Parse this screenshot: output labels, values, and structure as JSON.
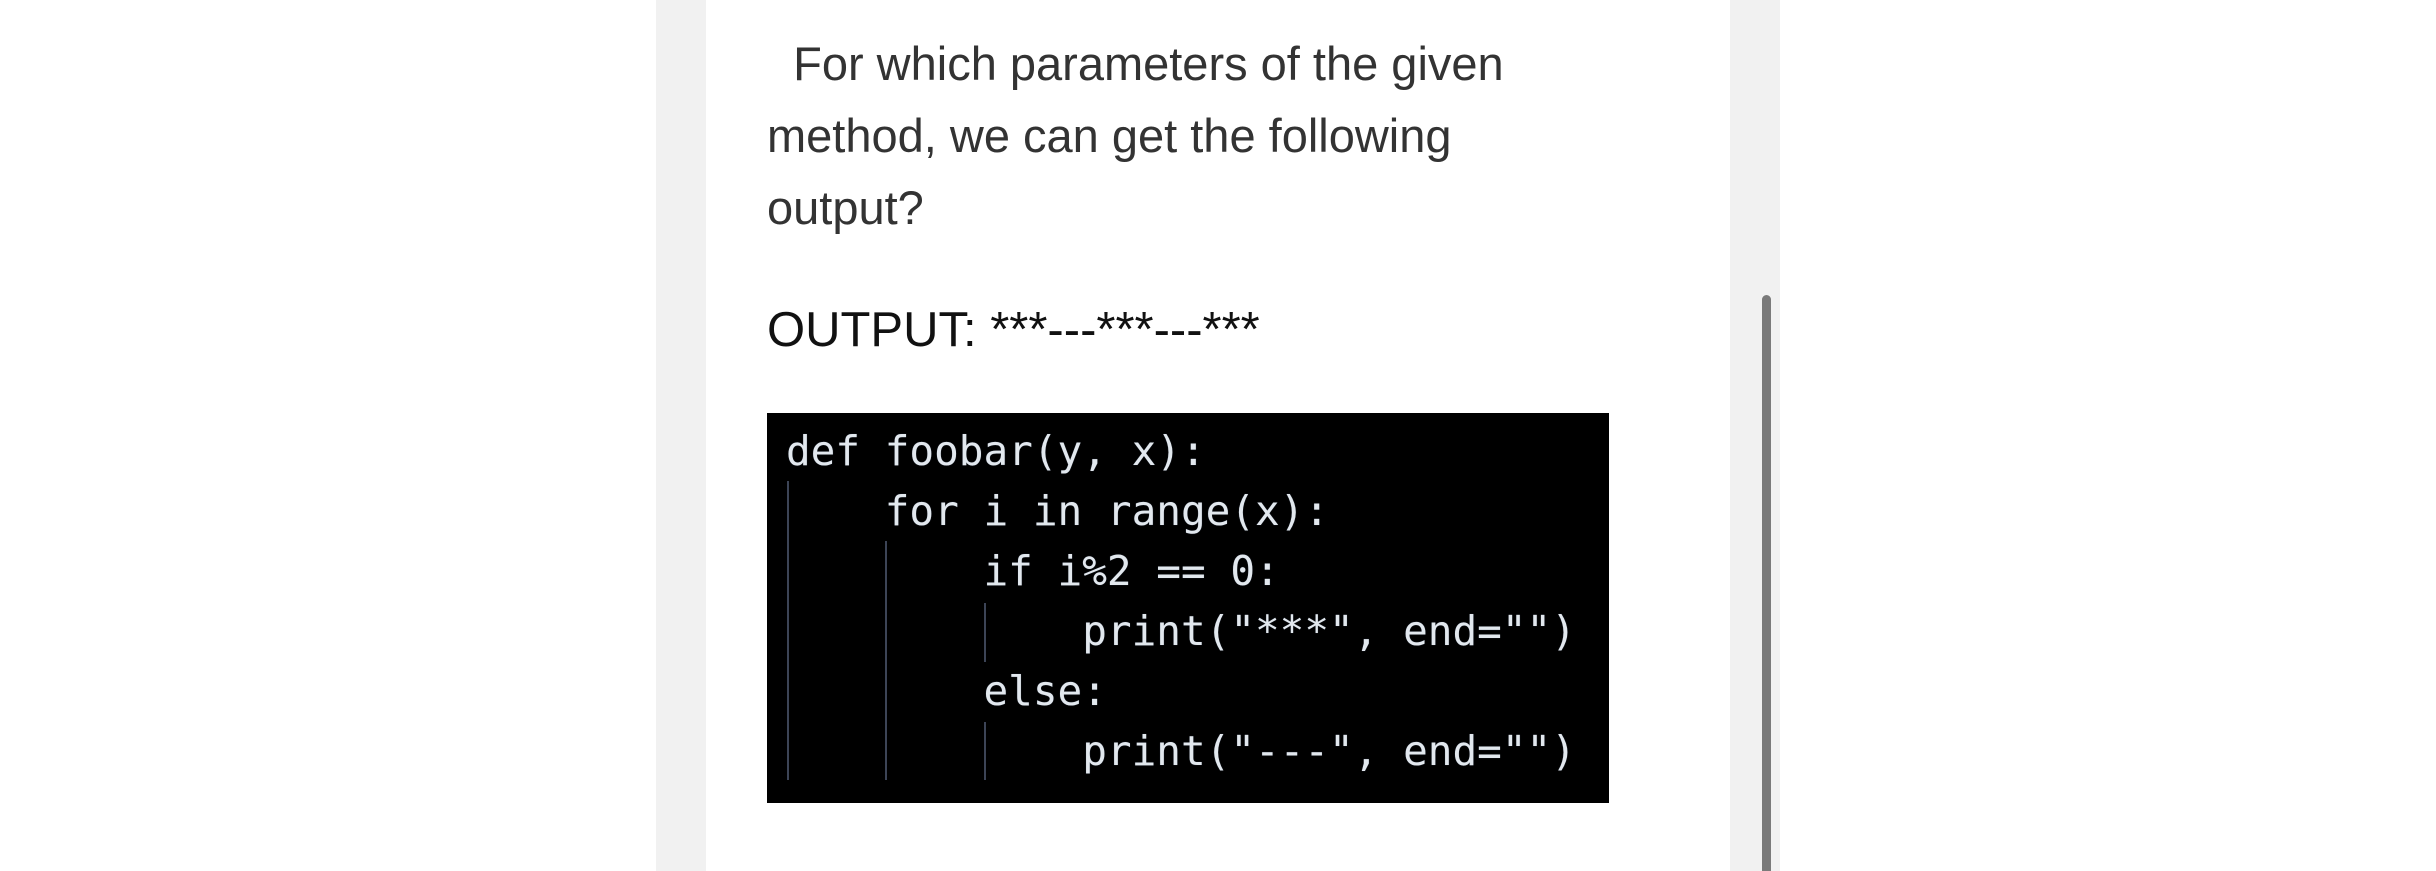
{
  "question": {
    "lines": [
      "  For which parameters of the given",
      "method, we can get the following",
      "output?"
    ]
  },
  "output": {
    "label": "OUTPUT:",
    "value": "***---***---***",
    "text": "OUTPUT: ***---***---***"
  },
  "code": {
    "language": "python",
    "lines": [
      "def foobar(y, x):",
      "    for i in range(x):",
      "        if i%2 == 0:",
      "            print(\"***\", end=\"\")",
      "        else:",
      "            print(\"---\", end=\"\")"
    ]
  },
  "colors": {
    "page_background": "#ffffff",
    "side_gutter": "#f1f1f1",
    "question_text": "#333333",
    "output_text": "#111111",
    "code_background": "#000000",
    "code_text": "#e2e8ee",
    "indent_guide": "#3c4456",
    "scrollbar_thumb": "#7a7a7a"
  }
}
